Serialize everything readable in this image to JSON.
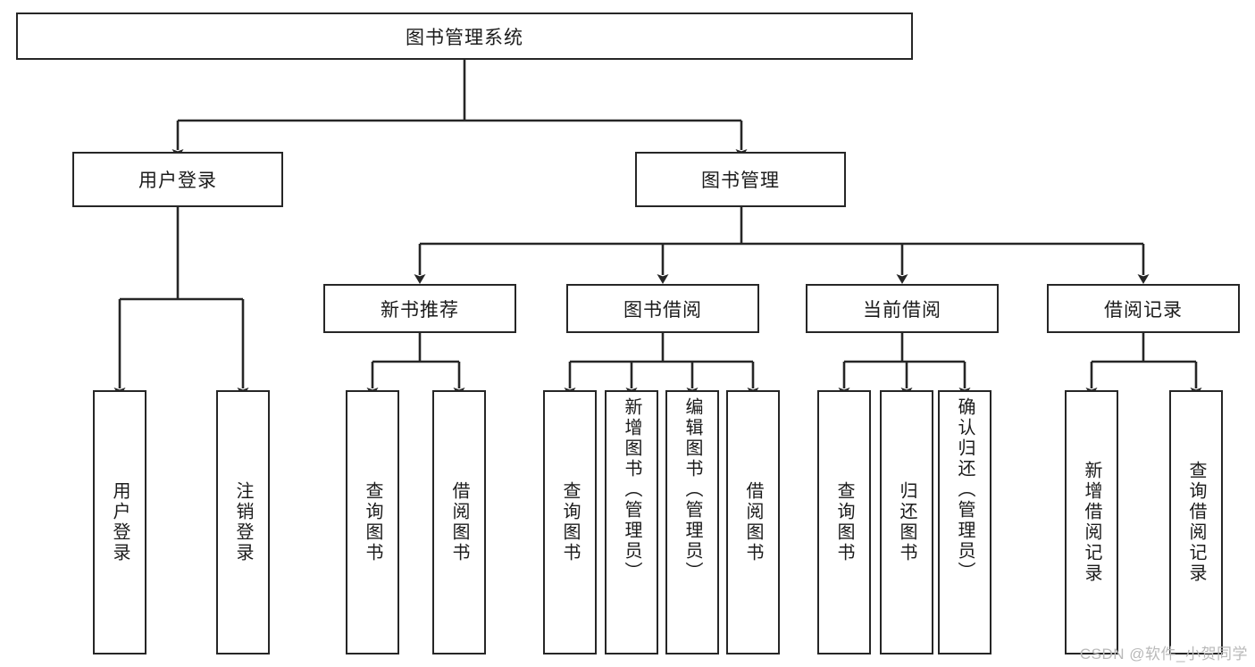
{
  "diagram": {
    "title": "图书管理系统",
    "type": "tree",
    "colors": {
      "box_border": "#262626",
      "box_fill": "#ffffff",
      "line": "#262626",
      "text": "#1b1b1b",
      "watermark": "#b9b9b9",
      "background": "#ffffff"
    },
    "root": {
      "label": "图书管理系统"
    },
    "level2": [
      {
        "label": "用户登录"
      },
      {
        "label": "图书管理"
      }
    ],
    "level3": [
      {
        "label": "新书推荐"
      },
      {
        "label": "图书借阅"
      },
      {
        "label": "当前借阅"
      },
      {
        "label": "借阅记录"
      }
    ],
    "leaves": {
      "user_login": [
        {
          "label": "用户登录"
        },
        {
          "label": "注销登录"
        }
      ],
      "new_book_recommend": [
        {
          "label": "查询图书"
        },
        {
          "label": "借阅图书"
        }
      ],
      "book_borrow": [
        {
          "label": "查询图书"
        },
        {
          "label": "新增图书（管理员）"
        },
        {
          "label": "编辑图书（管理员）"
        },
        {
          "label": "借阅图书"
        }
      ],
      "current_borrow": [
        {
          "label": "查询图书"
        },
        {
          "label": "归还图书"
        },
        {
          "label": "确认归还（管理员）"
        }
      ],
      "borrow_record": [
        {
          "label": "新增借阅记录"
        },
        {
          "label": "查询借阅记录"
        }
      ]
    }
  },
  "watermark": {
    "text": "CSDN @软件_小贺同学"
  }
}
